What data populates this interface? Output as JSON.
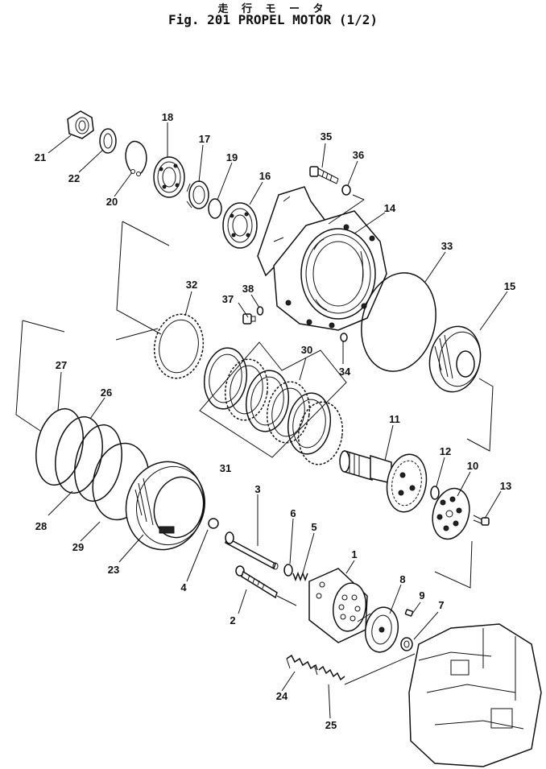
{
  "title": {
    "japanese": "走 行 モ ー タ",
    "english": "Fig. 201  PROPEL  MOTOR  (1/2)"
  },
  "callouts": [
    "1",
    "2",
    "3",
    "4",
    "5",
    "6",
    "7",
    "8",
    "9",
    "10",
    "11",
    "12",
    "13",
    "14",
    "15",
    "16",
    "17",
    "18",
    "19",
    "20",
    "21",
    "22",
    "23",
    "24",
    "25",
    "26",
    "27",
    "28",
    "29",
    "30",
    "31",
    "32",
    "33",
    "34",
    "35",
    "36",
    "37",
    "38"
  ]
}
